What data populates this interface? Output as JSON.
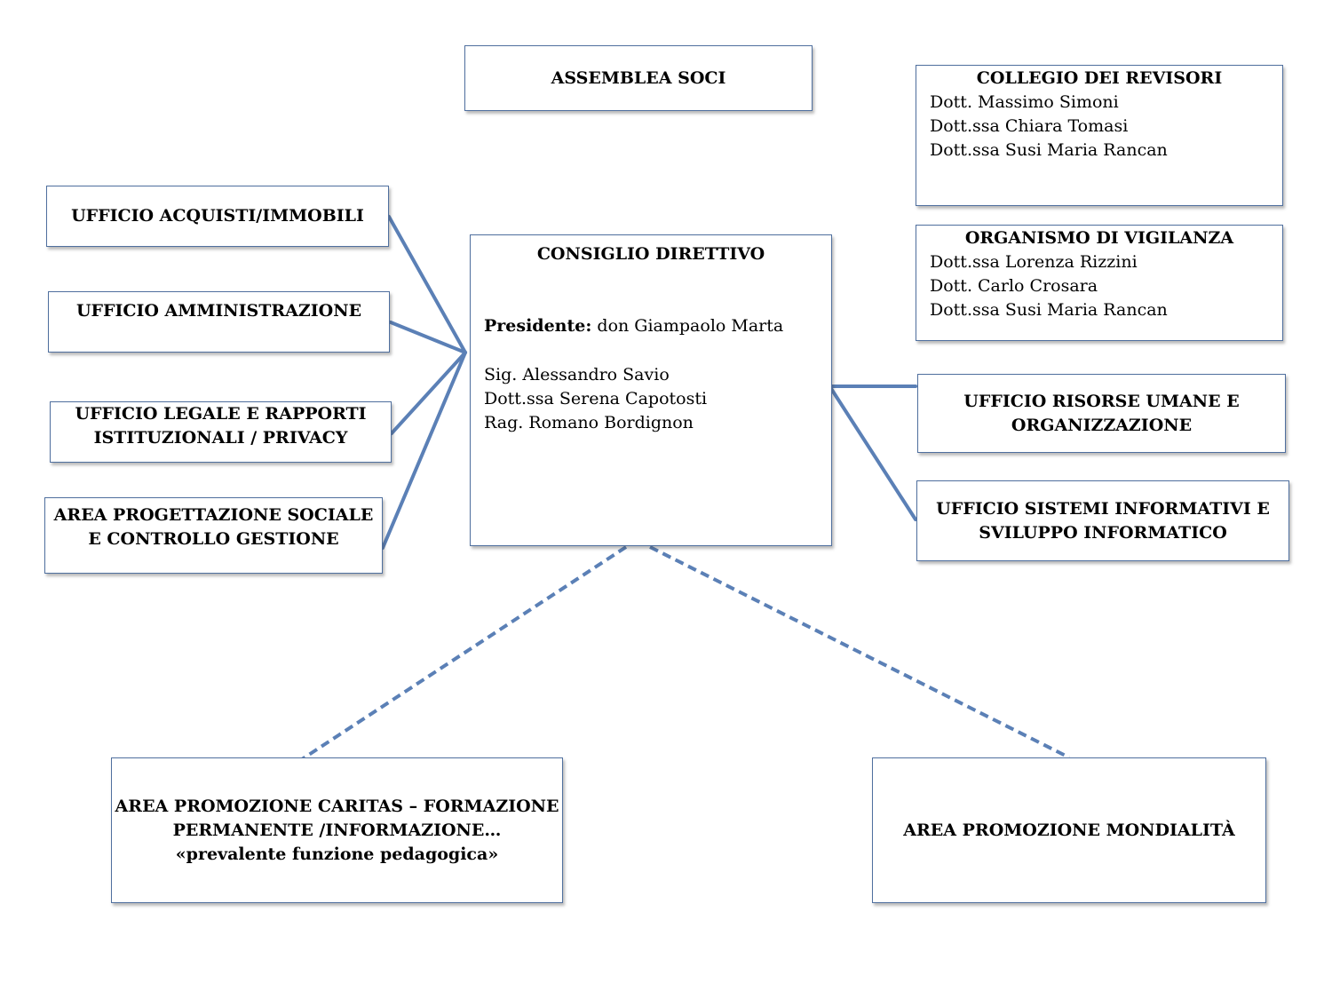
{
  "assemblea": {
    "label": "ASSEMBLEA SOCI"
  },
  "revisori": {
    "title": "COLLEGIO DEI REVISORI",
    "members": [
      "Dott. Massimo Simoni",
      "Dott.ssa Chiara Tomasi",
      "Dott.ssa Susi Maria Rancan"
    ]
  },
  "vigilanza": {
    "title": "ORGANISMO DI VIGILANZA",
    "members": [
      "Dott.ssa Lorenza Rizzini",
      "Dott. Carlo Crosara",
      "Dott.ssa Susi Maria Rancan"
    ]
  },
  "consiglio": {
    "title": "CONSIGLIO DIRETTIVO",
    "president_label": "Presidente:",
    "president_name": " don Giampaolo Marta",
    "members": [
      "Sig. Alessandro Savio",
      "Dott.ssa Serena Capotosti",
      "Rag. Romano Bordignon"
    ]
  },
  "left_offices": [
    {
      "lines": [
        "UFFICIO ACQUISTI/IMMOBILI"
      ]
    },
    {
      "lines": [
        "UFFICIO AMMINISTRAZIONE"
      ]
    },
    {
      "lines": [
        "UFFICIO LEGALE E RAPPORTI",
        "ISTITUZIONALI / PRIVACY"
      ]
    },
    {
      "lines": [
        "AREA PROGETTAZIONE SOCIALE",
        "E CONTROLLO GESTIONE"
      ]
    }
  ],
  "right_offices": [
    {
      "lines": [
        "UFFICIO RISORSE UMANE E",
        "ORGANIZZAZIONE"
      ]
    },
    {
      "lines": [
        "UFFICIO SISTEMI INFORMATIVI E",
        "SVILUPPO INFORMATICO"
      ]
    }
  ],
  "bottom_areas": [
    {
      "lines": [
        "AREA PROMOZIONE CARITAS – FORMAZIONE",
        "PERMANENTE /INFORMAZIONE…",
        "«prevalente funzione pedagogica»"
      ]
    },
    {
      "lines": [
        "AREA PROMOZIONE MONDIALITÀ"
      ]
    }
  ],
  "colors": {
    "connector": "#5b80b6",
    "border": "#4f6f9e"
  }
}
